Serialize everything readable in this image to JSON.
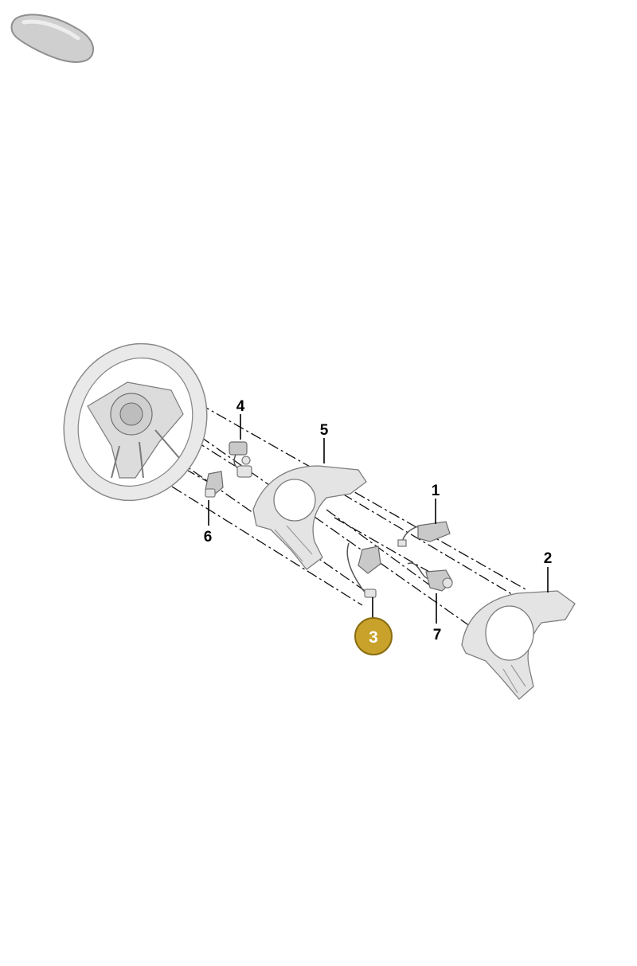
{
  "callouts": [
    {
      "id": "1",
      "label": "1",
      "highlighted": false
    },
    {
      "id": "2",
      "label": "2",
      "highlighted": false
    },
    {
      "id": "3",
      "label": "3",
      "highlighted": true
    },
    {
      "id": "4",
      "label": "4",
      "highlighted": false
    },
    {
      "id": "5",
      "label": "5",
      "highlighted": false
    },
    {
      "id": "6",
      "label": "6",
      "highlighted": false
    },
    {
      "id": "7",
      "label": "7",
      "highlighted": false
    }
  ],
  "colors": {
    "highlight_fill": "#c9a22c",
    "highlight_border": "#8a6d12",
    "part_fill": "#e4e4e4",
    "part_stroke": "#7d7d7d"
  },
  "icons": {
    "vehicle_thumbnail": "car-thumbnail-icon"
  }
}
